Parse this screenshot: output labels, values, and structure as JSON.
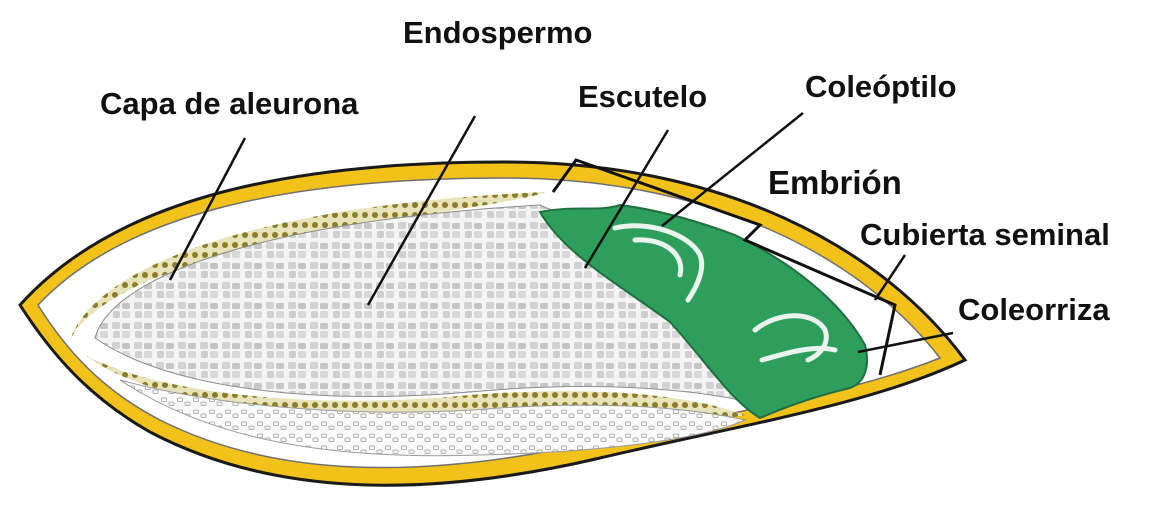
{
  "diagram": {
    "labels": {
      "endospermo": "Endospermo",
      "capa_aleurona": "Capa de aleurona",
      "escutelo": "Escutelo",
      "coleoptilo": "Coleóptilo",
      "embrion": "Embrión",
      "cubierta_seminal": "Cubierta seminal",
      "coleorriza": "Coleorriza"
    },
    "colors": {
      "seed_coat": "#f2c21b",
      "seed_coat_outline": "#1a1a1a",
      "embryo": "#2e9e5d",
      "endosperm": "#d9d9d9",
      "aleurone": "#8a7d2b",
      "leader_line": "#111111"
    }
  }
}
